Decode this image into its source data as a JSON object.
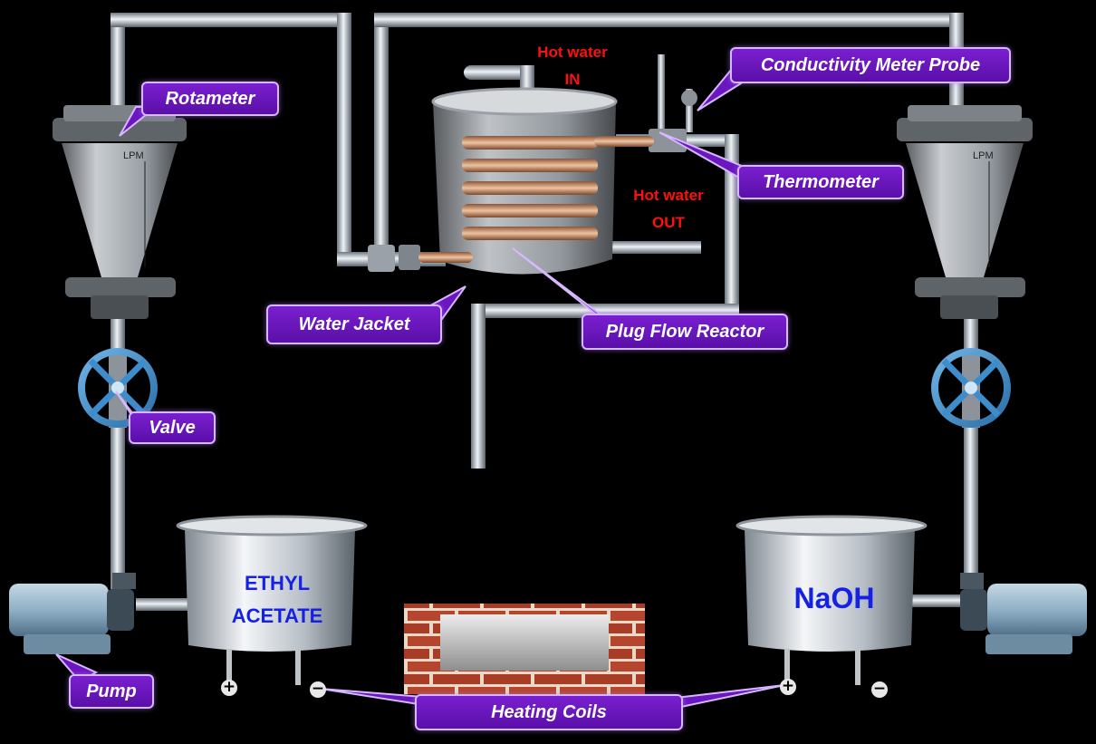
{
  "labels": {
    "rotameter": "Rotameter",
    "valve": "Valve",
    "pump": "Pump",
    "water_jacket": "Water Jacket",
    "plug_flow_reactor": "Plug Flow Reactor",
    "thermometer": "Thermometer",
    "conductivity_probe": "Conductivity Meter Probe",
    "heating_coils": "Heating Coils"
  },
  "hot_water": {
    "in_line1": "Hot water",
    "in_line2": "IN",
    "out_line1": "Hot water",
    "out_line2": "OUT"
  },
  "tanks": {
    "left_line1": "ETHYL",
    "left_line2": "ACETATE",
    "right": "NaOH"
  },
  "rotameter_unit": "LPM",
  "terminals": {
    "plus": "+",
    "minus": "−"
  },
  "colors": {
    "callout_fill": "#6a17bf",
    "callout_border": "#d7b8ff",
    "hot_water_text": "#ff1010",
    "tank_text": "#1522e6"
  }
}
